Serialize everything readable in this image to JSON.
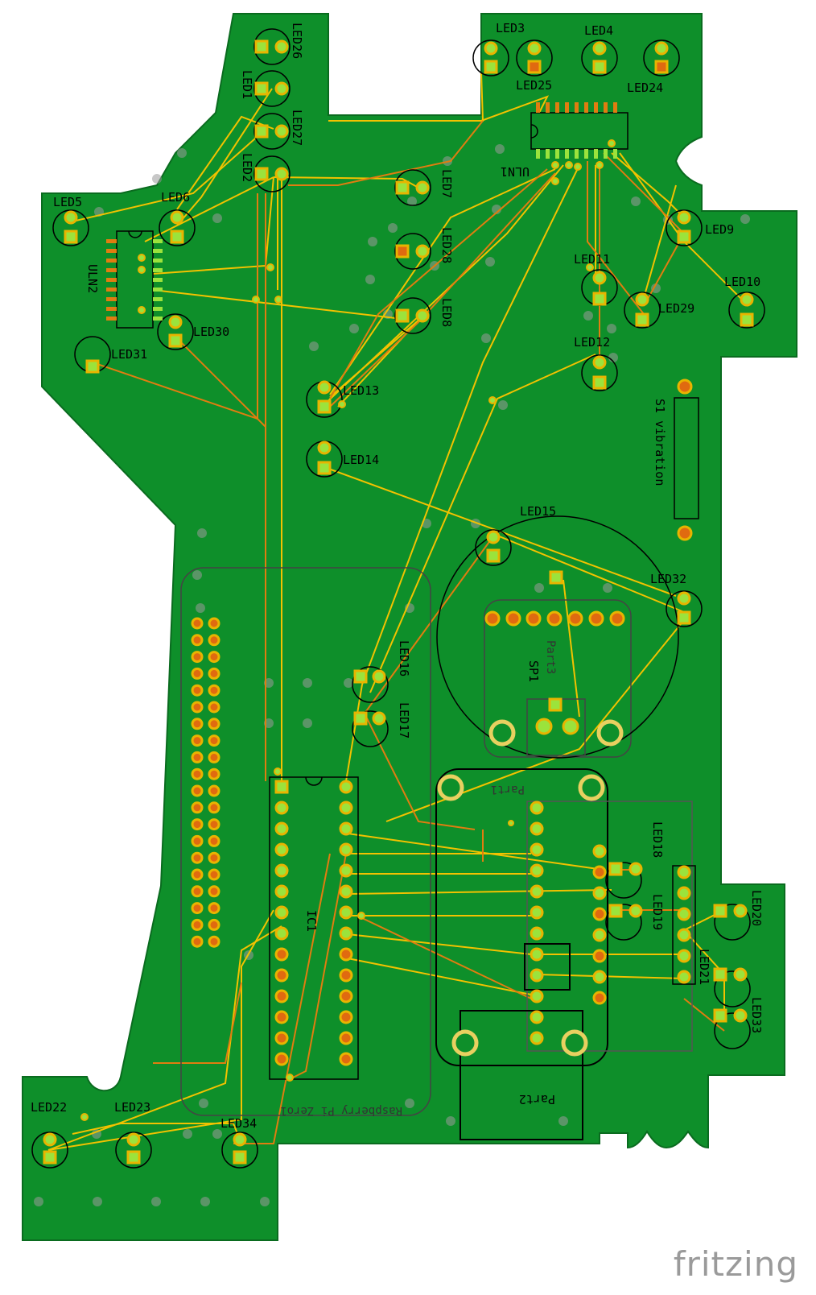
{
  "watermark": "fritzing",
  "colors": {
    "board": "#0e8f2a",
    "trace": "#f2c200",
    "trace_bottom": "#e07d10",
    "pad": "#9be33c",
    "pad_copper": "#e06a10",
    "silk": "#000000"
  },
  "led_labels": [
    "LED3",
    "LED4",
    "LED25",
    "LED24",
    "LED26",
    "LED1",
    "LED27",
    "LED2",
    "LED5",
    "LED6",
    "LED7",
    "LED28",
    "LED8",
    "LED9",
    "LED10",
    "LED11",
    "LED29",
    "LED12",
    "LED13",
    "LED14",
    "LED15",
    "LED30",
    "LED31",
    "LED32",
    "LED16",
    "LED17",
    "LED18",
    "LED19",
    "LED20",
    "LED21",
    "LED33",
    "LED22",
    "LED23",
    "LED34"
  ],
  "parts": {
    "uln1": "ULN1",
    "uln2": "ULN2",
    "s1": "S1 vibration",
    "sp1": "SP1",
    "part3": "Part3",
    "part1": "Part1",
    "part2": "Part2",
    "ic1": "IC1",
    "rpi": "Raspberry Pi Zero1"
  }
}
